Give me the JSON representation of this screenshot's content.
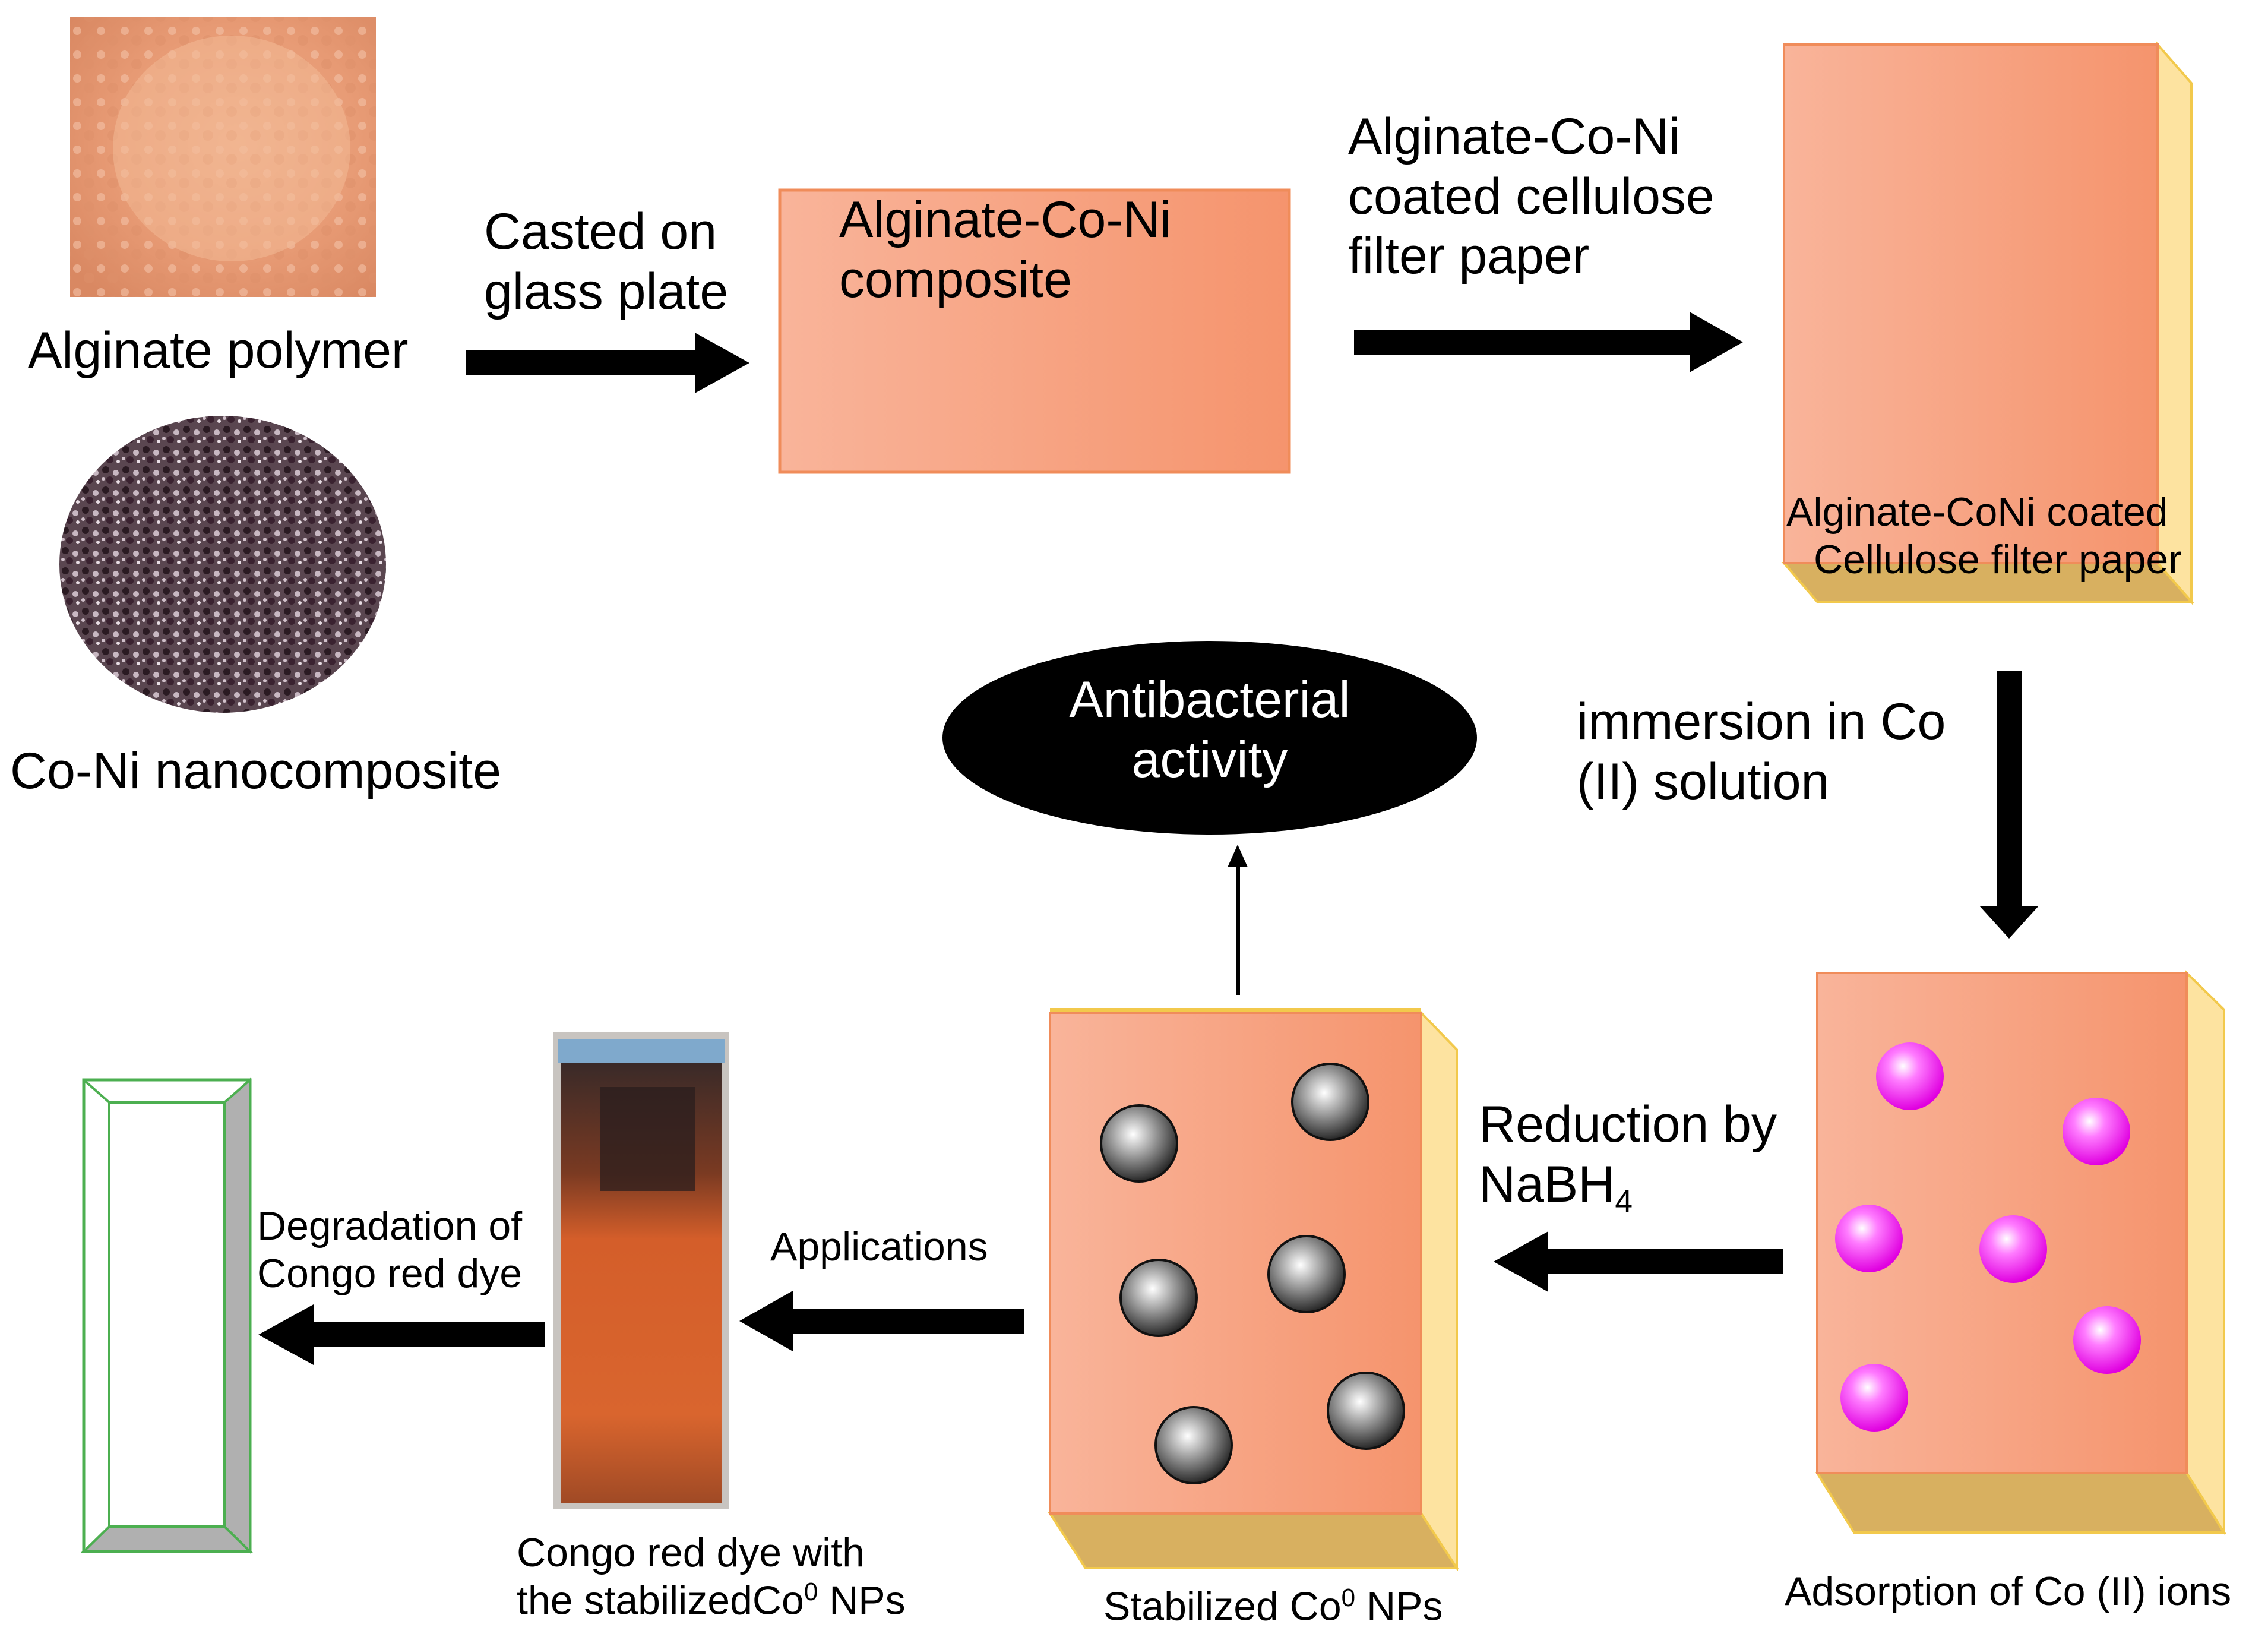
{
  "labels": {
    "alginate_polymer": "Alginate polymer",
    "co_ni_nanocomposite": "Co-Ni nanocomposite",
    "casted_line1": "Casted on",
    "casted_line2": "glass plate",
    "composite_line1": "Alginate-Co-Ni",
    "composite_line2": "composite",
    "coated_line1": "Alginate-Co-Ni",
    "coated_line2": "coated cellulose",
    "coated_line3": "filter paper",
    "paper_line1": "Alginate-CoNi coated",
    "paper_line2": "Cellulose filter paper",
    "immersion_line1": "immersion in Co",
    "immersion_line2": "(II) solution",
    "antibacterial_line1": "Antibacterial",
    "antibacterial_line2": "activity",
    "reduction_line1": "Reduction by",
    "reduction_line2_base": "NaBH",
    "reduction_line2_sub": "4",
    "adsorption": "Adsorption of Co (II) ions",
    "stabilized_base": "Stabilized Co",
    "stabilized_sup": "0",
    "stabilized_suffix": " NPs",
    "applications": "Applications",
    "congo_line1": "Congo red dye with",
    "congo_line2_base": "the stabilizedCo",
    "congo_line2_sup": "0",
    "congo_line2_suffix": " NPs",
    "degradation_line1": "Degradation of",
    "degradation_line2": "Congo red dye"
  },
  "colors": {
    "salmon_light": "#f9b49a",
    "salmon_dark": "#f5946d",
    "salmon_border": "#f08c5a",
    "side_yellow": "#fde3a0",
    "bottom_gold": "#d8b060",
    "edge_gold": "#f2c94c",
    "cobalt_pink": "#ff00ff",
    "nanoparticle_gray": "#2a2a2a",
    "cuvette_green": "#4caf50",
    "cuvette_gray": "#b0b0b0",
    "dye_orange": "#d9622b",
    "arrow": "#000000"
  },
  "icons": {
    "alginate_photo": "alginate-powder-photo",
    "coni_photo": "coni-powder-photo",
    "cuvette_photo": "congo-red-cuvette-photo",
    "empty_cuvette": "empty-cuvette-icon"
  }
}
